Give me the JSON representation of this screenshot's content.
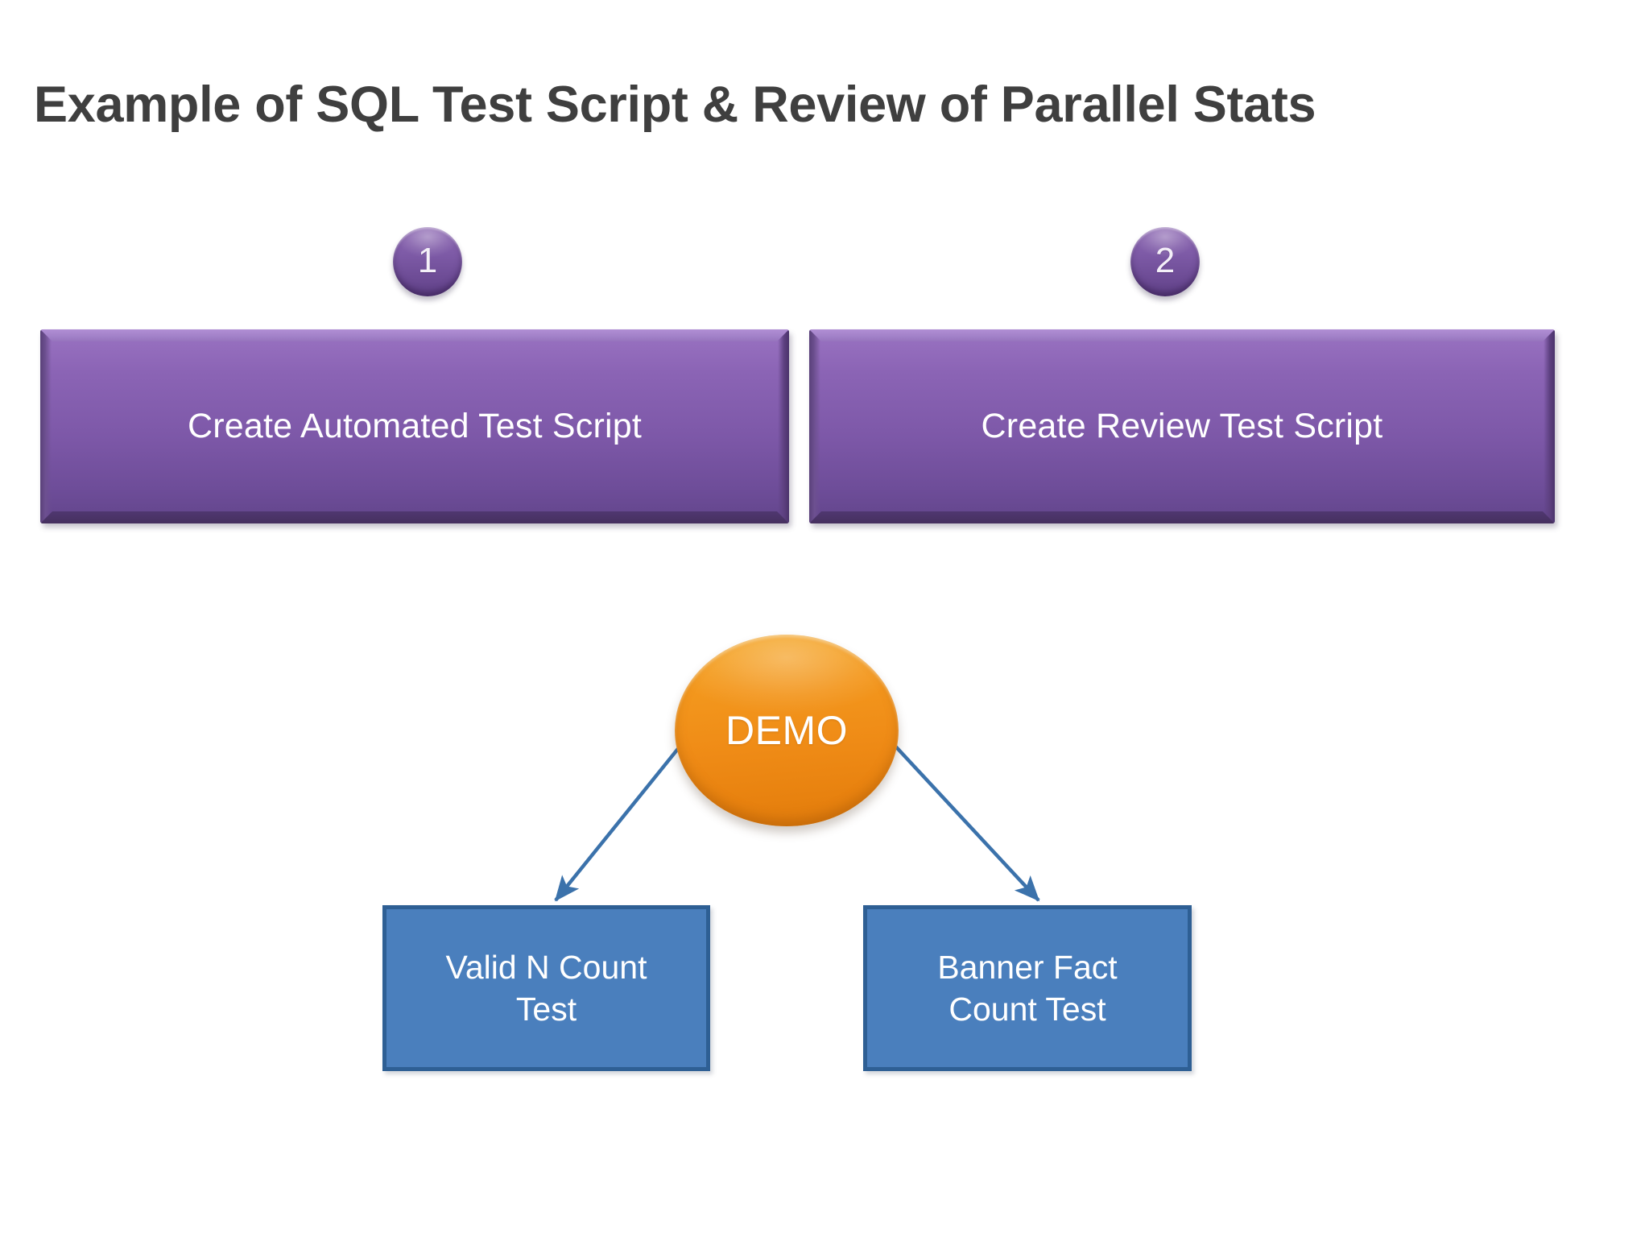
{
  "slide": {
    "title": "Example of SQL Test Script & Review of Parallel Stats",
    "background_color": "#ffffff"
  },
  "steps": [
    {
      "number": "1",
      "label": "Create Automated Test Script",
      "accent_color": "#7d58a8"
    },
    {
      "number": "2",
      "label": "Create Review Test Script",
      "accent_color": "#7d58a8"
    }
  ],
  "demo": {
    "label": "DEMO",
    "color": "#ef8b16"
  },
  "tests": [
    {
      "label": "Valid N Count\nTest",
      "color": "#4a7fbd",
      "border_color": "#2e5f94"
    },
    {
      "label": "Banner Fact\nCount Test",
      "color": "#4a7fbd",
      "border_color": "#2e5f94"
    }
  ],
  "connectors": {
    "color": "#3b72ab",
    "arrows": [
      {
        "from": "demo",
        "to": "valid-n-count-test"
      },
      {
        "from": "demo",
        "to": "banner-fact-count-test"
      }
    ]
  }
}
